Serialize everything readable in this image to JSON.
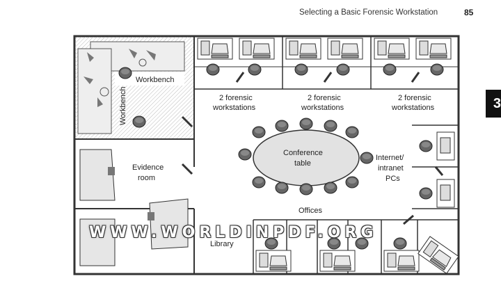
{
  "header": {
    "title": "Selecting a Basic Forensic Workstation",
    "page_number": "85",
    "side_tab": "3"
  },
  "floorplan": {
    "workbench": "Workbench",
    "workbench_vertical": "Workbench",
    "forensic_label_line1": "2 forensic",
    "forensic_label_line2": "workstations",
    "conference_line1": "Conference",
    "conference_line2": "table",
    "evidence_line1": "Evidence",
    "evidence_line2": "room",
    "internet_line1": "Internet/",
    "internet_line2": "intranet",
    "internet_line3": "PCs",
    "offices": "Offices",
    "library": "Library"
  },
  "watermark": "WWW.WORLDINPDF.ORG"
}
